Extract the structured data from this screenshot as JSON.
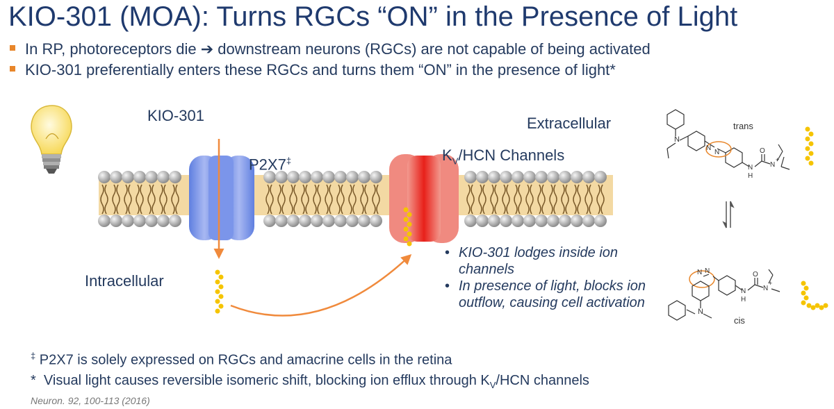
{
  "title": "KIO-301 (MOA): Turns RGCs “ON” in the Presence of Light",
  "bullets": [
    "In RP, photoreceptors die ➔ downstream neurons (RGCs) are not capable of being activated",
    "KIO-301 preferentially enters these RGCs and turns them “ON” in the presence of light*"
  ],
  "diagram": {
    "kio_label": "KIO-301",
    "extracellular_label": "Extracellular",
    "intracellular_label": "Intracellular",
    "p2x7_label": "P2X7",
    "p2x7_mark": "‡",
    "kv_label_k": "K",
    "kv_label_sub": "V",
    "kv_label_rest": "/HCN Channels",
    "notes": [
      "KIO-301 lodges inside ion channels",
      "In presence of light, blocks ion outflow, causing cell activation"
    ]
  },
  "chemistry": {
    "trans_label": "trans",
    "cis_label": "cis",
    "atoms": {
      "N": "N",
      "NH": "N",
      "H": "H",
      "O": "O",
      "Nplus": "N",
      "plus": "+"
    }
  },
  "footnotes": {
    "dagger_mark": "‡",
    "dagger_text": "P2X7 is solely expressed on RGCs and amacrine cells in the retina",
    "star_mark": "*",
    "star_text_pre": "Visual light causes reversible isomeric shift, blocking ion efflux through K",
    "star_text_sub": "V",
    "star_text_post": "/HCN channels"
  },
  "citation": "Neuron. 92, 100-113 (2016)",
  "colors": {
    "title": "#1f3a6e",
    "bullet_square": "#e8862a",
    "arrow": "#f08a3c",
    "p2x7_channel": "#7f96e6",
    "kv_channel": "#f07b6c",
    "molecule_bead": "#f5c400"
  },
  "icons": [
    "light-bulb-icon",
    "equilibrium-arrows-icon"
  ]
}
